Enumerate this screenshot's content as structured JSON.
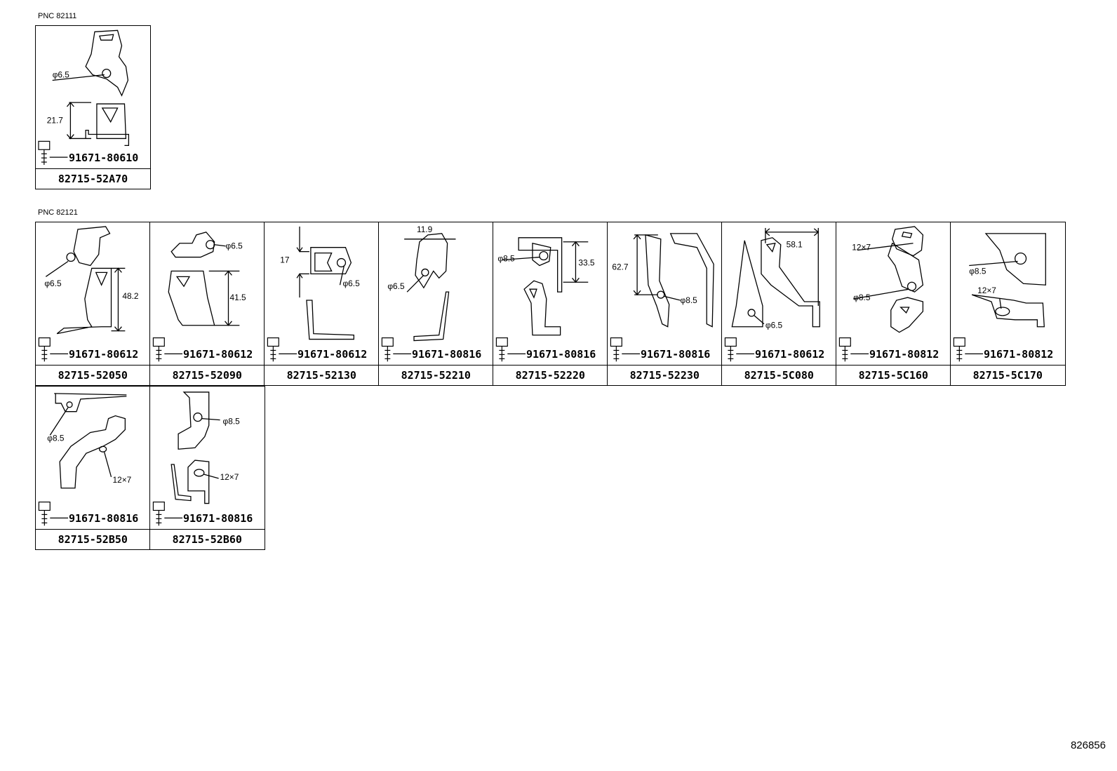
{
  "groups": [
    {
      "pnc": "PNC 82111",
      "parts": [
        {
          "bolt": "91671-80610",
          "part": "82715-52A70",
          "dims": [
            "φ6.5",
            "21.7"
          ]
        }
      ]
    },
    {
      "pnc": "PNC 82121",
      "parts": [
        {
          "bolt": "91671-80612",
          "part": "82715-52050",
          "dims": [
            "φ6.5",
            "48.2"
          ]
        },
        {
          "bolt": "91671-80612",
          "part": "82715-52090",
          "dims": [
            "φ6.5",
            "41.5"
          ]
        },
        {
          "bolt": "91671-80612",
          "part": "82715-52130",
          "dims": [
            "17",
            "φ6.5"
          ]
        },
        {
          "bolt": "91671-80816",
          "part": "82715-52210",
          "dims": [
            "11.9",
            "φ6.5"
          ]
        },
        {
          "bolt": "91671-80816",
          "part": "82715-52220",
          "dims": [
            "φ8.5",
            "33.5"
          ]
        },
        {
          "bolt": "91671-80816",
          "part": "82715-52230",
          "dims": [
            "62.7",
            "φ8.5"
          ]
        },
        {
          "bolt": "91671-80612",
          "part": "82715-5C080",
          "dims": [
            "58.1",
            "φ6.5"
          ]
        },
        {
          "bolt": "91671-80812",
          "part": "82715-5C160",
          "dims": [
            "12×7",
            "φ8.5"
          ]
        },
        {
          "bolt": "91671-80812",
          "part": "82715-5C170",
          "dims": [
            "φ8.5",
            "12×7"
          ]
        },
        {
          "bolt": "91671-80816",
          "part": "82715-52B50",
          "dims": [
            "φ8.5",
            "12×7"
          ]
        },
        {
          "bolt": "91671-80816",
          "part": "82715-52B60",
          "dims": [
            "φ8.5",
            "12×7"
          ]
        }
      ]
    }
  ],
  "footer_code": "826856"
}
